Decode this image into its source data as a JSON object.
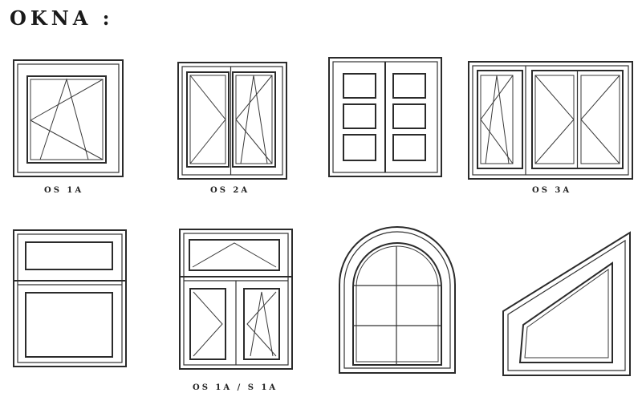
{
  "title": "OKNA :",
  "windows": [
    {
      "label": "OS 1A",
      "type": "single-tilt-turn"
    },
    {
      "label": "OS 2A",
      "type": "double-sash"
    },
    {
      "label": "",
      "type": "six-pane-double"
    },
    {
      "label": "OS 3A",
      "type": "triple-sash"
    },
    {
      "label": "",
      "type": "transom-fixed"
    },
    {
      "label": "OS 1A / S 1A",
      "type": "transom-double"
    },
    {
      "label": "",
      "type": "arched"
    },
    {
      "label": "",
      "type": "trapezoid"
    }
  ]
}
